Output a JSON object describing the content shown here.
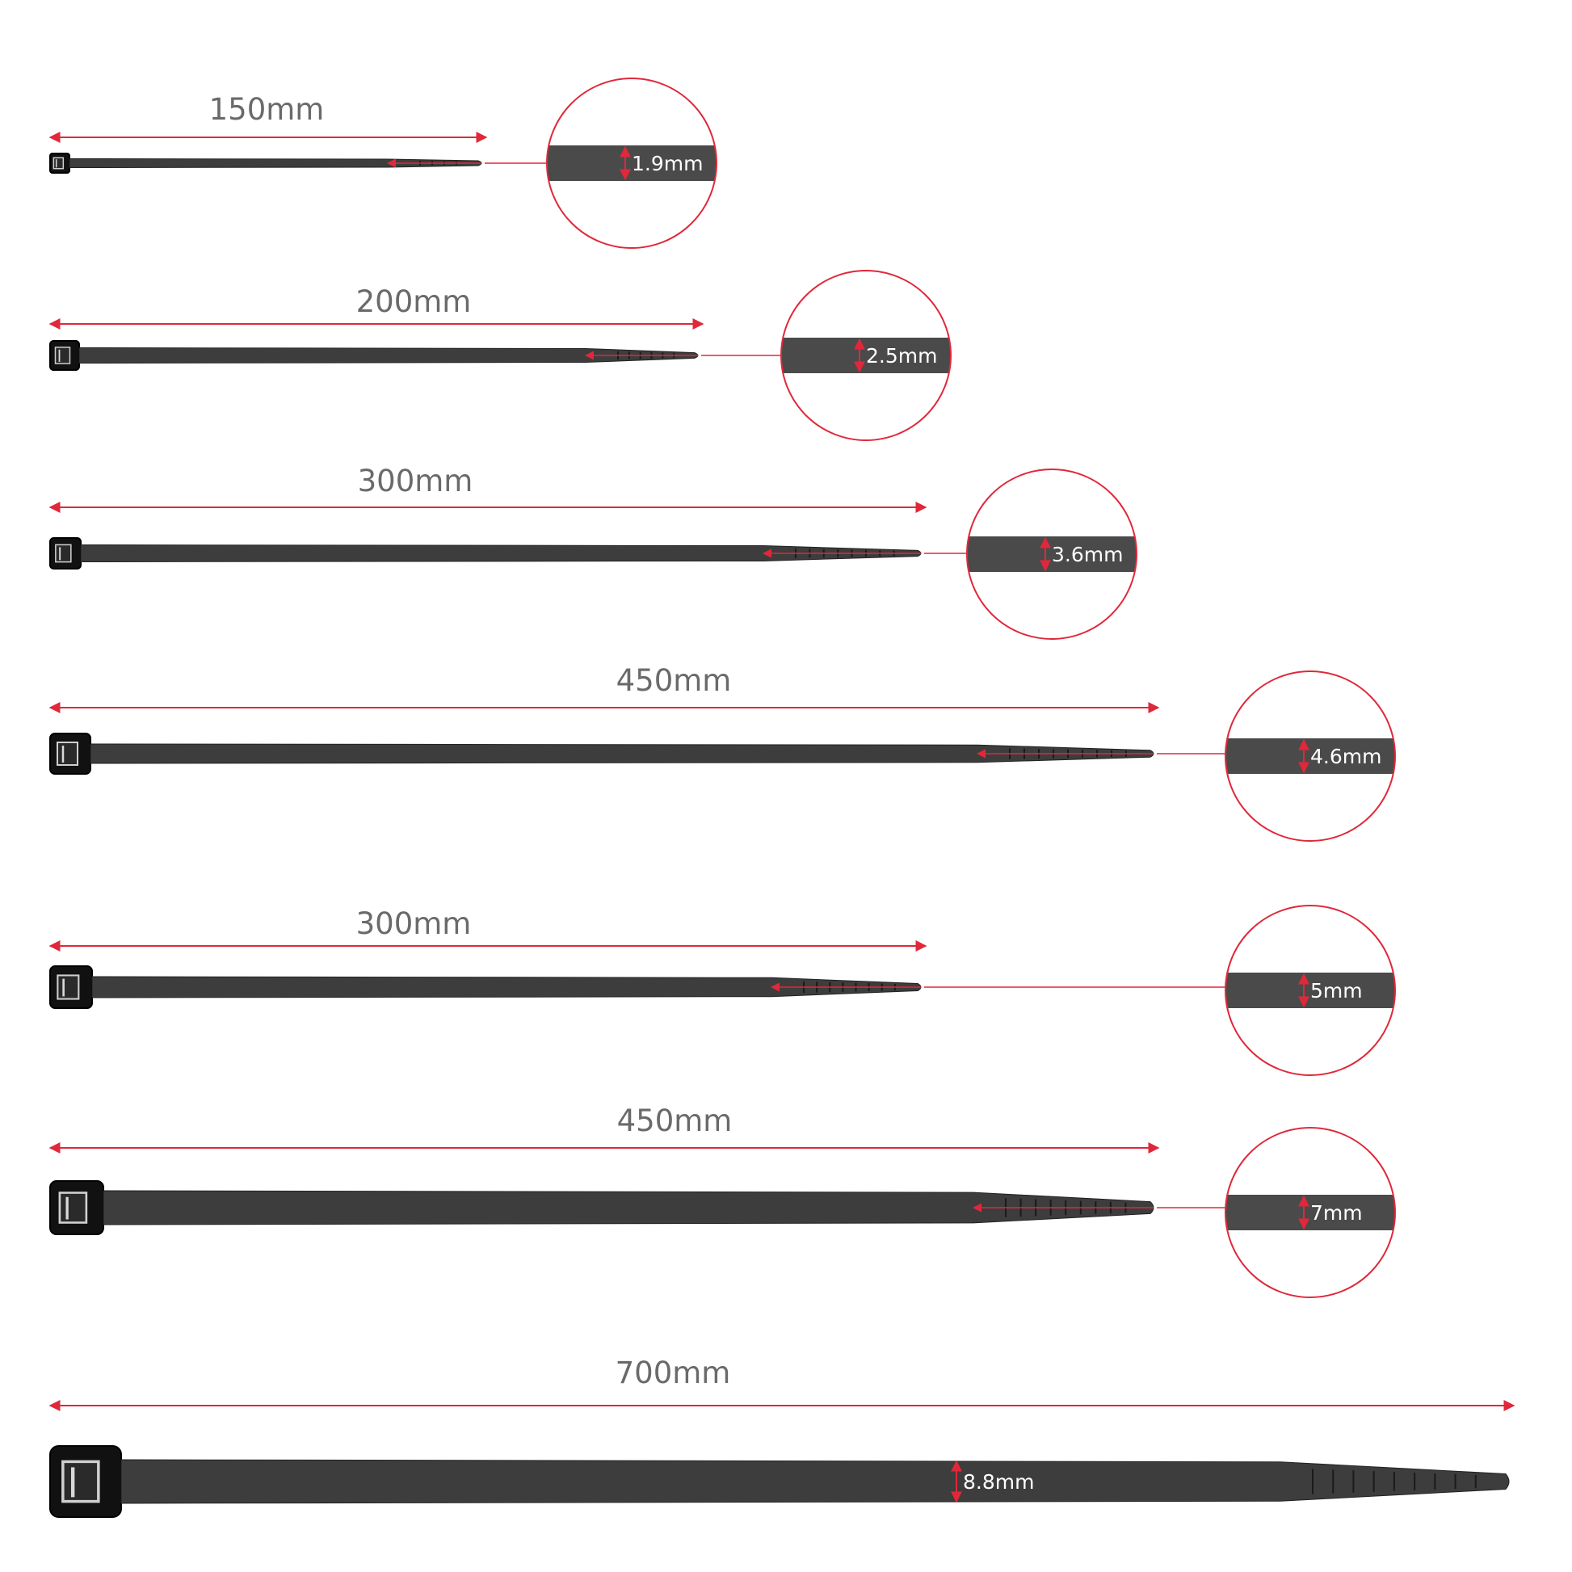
{
  "colors": {
    "accent": "#e0283a",
    "tie": "#3d3d3d",
    "label": "#6a6a6a",
    "background": "#ffffff"
  },
  "ties": [
    {
      "length_label": "150mm",
      "width_label": "1.9mm",
      "zoom": true
    },
    {
      "length_label": "200mm",
      "width_label": "2.5mm",
      "zoom": true
    },
    {
      "length_label": "300mm",
      "width_label": "3.6mm",
      "zoom": true
    },
    {
      "length_label": "450mm",
      "width_label": "4.6mm",
      "zoom": true
    },
    {
      "length_label": "300mm",
      "width_label": "5mm",
      "zoom": true
    },
    {
      "length_label": "450mm",
      "width_label": "7mm",
      "zoom": true
    },
    {
      "length_label": "700mm",
      "width_label": "8.8mm",
      "zoom": false
    }
  ]
}
